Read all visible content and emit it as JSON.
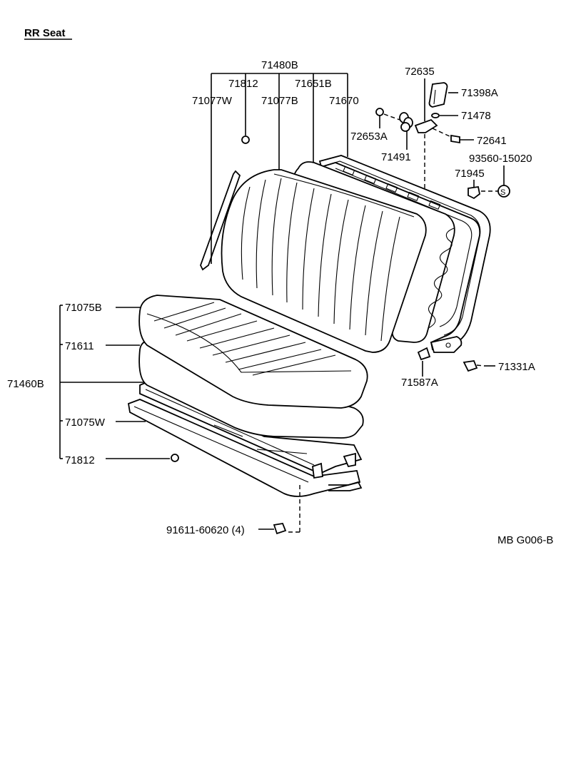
{
  "title": "RR Seat",
  "diagram_code": "MB G006-B",
  "labels": {
    "l71480B": "71480B",
    "l71812_top": "71812",
    "l71651B": "71651B",
    "l71077W": "71077W",
    "l71077B": "71077B",
    "l71670": "71670",
    "l72635": "72635",
    "l71398A": "71398A",
    "l71478": "71478",
    "l72653A": "72653A",
    "l72641": "72641",
    "l71491": "71491",
    "l93560": "93560-15020",
    "l71945": "71945",
    "l71075B": "71075B",
    "l71611": "71611",
    "l71460B": "71460B",
    "l71075W": "71075W",
    "l71812_bot": "71812",
    "l71587A": "71587A",
    "l71331A": "71331A",
    "l91611": "91611-60620 (4)",
    "s_mark": "S"
  }
}
